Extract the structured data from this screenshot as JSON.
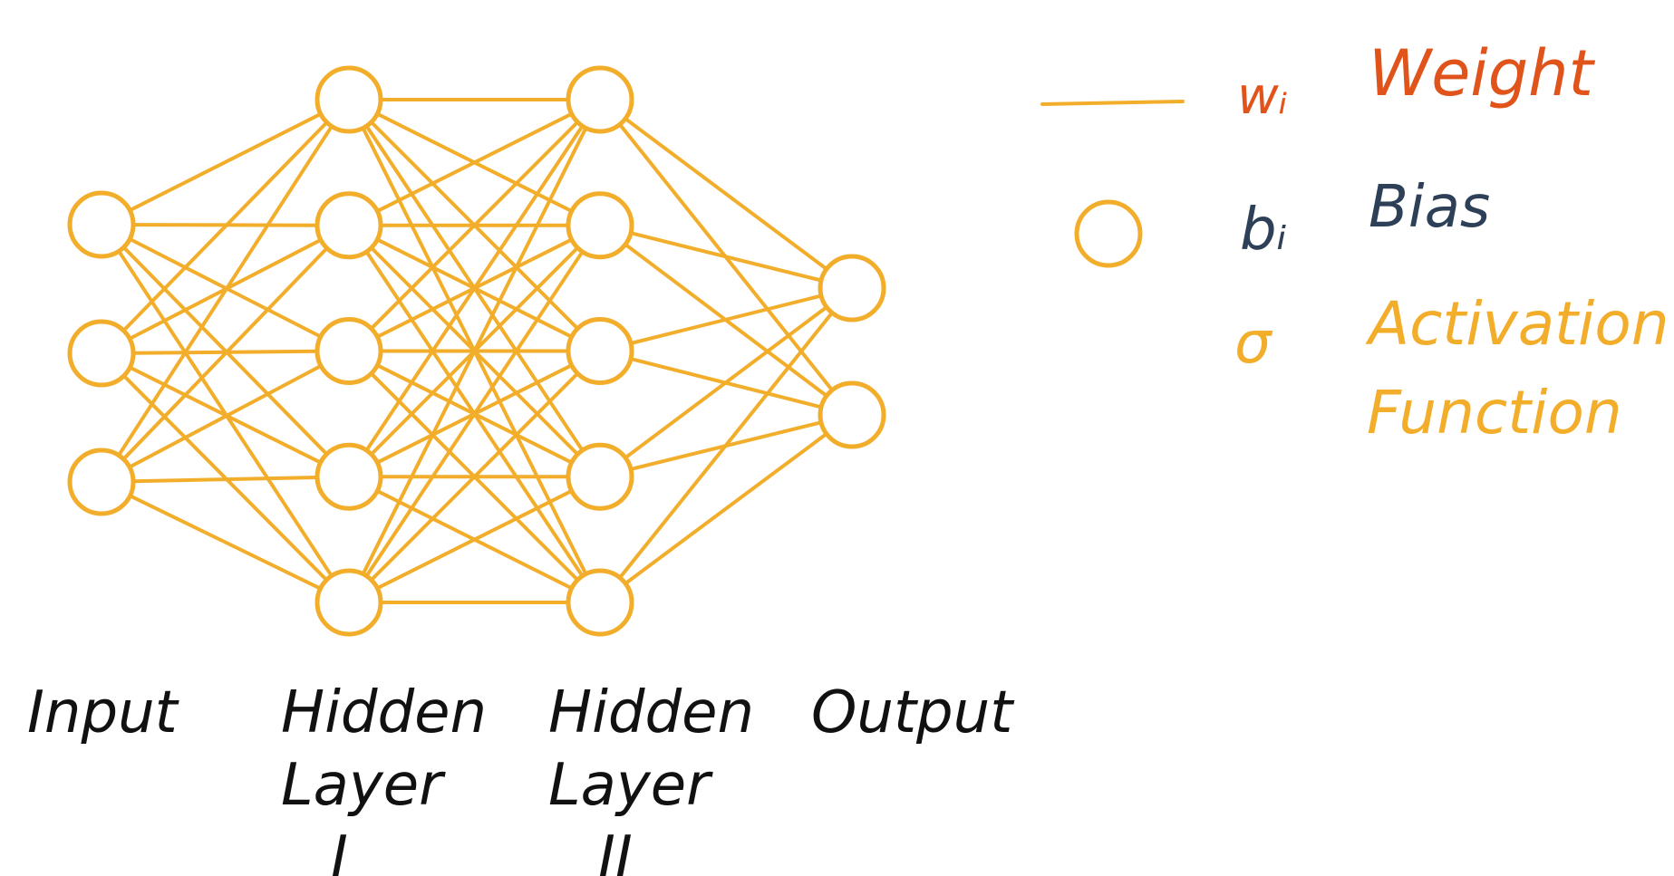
{
  "diagram": {
    "colors": {
      "network": "#F2AE2B",
      "weight": "#E0531B",
      "bias": "#2E4057",
      "activation": "#F2AE2B",
      "text": "#111111"
    },
    "layers": [
      {
        "name": "input",
        "label_lines": [
          "Input"
        ],
        "node_count": 3
      },
      {
        "name": "hidden-1",
        "label_lines": [
          "Hidden",
          "Layer",
          "I"
        ],
        "node_count": 5
      },
      {
        "name": "hidden-2",
        "label_lines": [
          "Hidden",
          "Layer",
          "II"
        ],
        "node_count": 5
      },
      {
        "name": "output",
        "label_lines": [
          "Output"
        ],
        "node_count": 2
      }
    ],
    "connectivity": "fully-connected"
  },
  "legend": {
    "weight": {
      "symbol": "wᵢ",
      "label": "Weight"
    },
    "bias": {
      "symbol": "bᵢ",
      "label": "Bias"
    },
    "activation": {
      "symbol": "σ",
      "label_lines": [
        "Activation",
        "Function"
      ]
    }
  }
}
